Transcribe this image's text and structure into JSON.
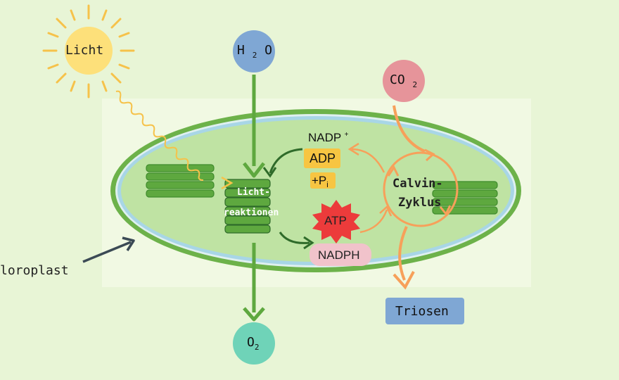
{
  "sun": {
    "label": "Licht",
    "color": "#fde07a",
    "ray_color": "#f6c24a"
  },
  "water": {
    "label_main": "H",
    "label_sub": "2",
    "label_end": "O",
    "color": "#7fa7d4"
  },
  "co2": {
    "label_main": "CO",
    "label_sub": "2",
    "color": "#e6949a"
  },
  "oxygen": {
    "label_main": "O",
    "label_sub": "2",
    "color": "#6fd3b8"
  },
  "chloroplast": {
    "label": "loroplast",
    "outer_color": "#6db24a",
    "inner_color": "#bfe3a3",
    "membrane_color": "#a8d6e6"
  },
  "light_reactions": {
    "line1": "Licht-",
    "line2": "reaktionen",
    "color": "#5ea83f"
  },
  "nadp": {
    "label": "NADP",
    "charge": "+"
  },
  "adp": {
    "label": "ADP",
    "color": "#f7c542"
  },
  "pi": {
    "prefix": "+P",
    "sub": "i",
    "color": "#f7c542"
  },
  "atp": {
    "label": "ATP",
    "color": "#ec3b3b"
  },
  "nadph": {
    "label": "NADPH",
    "color": "#f1c3cb"
  },
  "calvin": {
    "line1": "Calvin-",
    "line2": "Zyklus",
    "color": "#f7a05a"
  },
  "triosen": {
    "label": "Triosen",
    "color": "#7fa7d4"
  },
  "arrow_colors": {
    "green": "#5ea83f",
    "dark_green": "#2f6b2a",
    "orange": "#f7a05a",
    "slate": "#3b4a55"
  }
}
